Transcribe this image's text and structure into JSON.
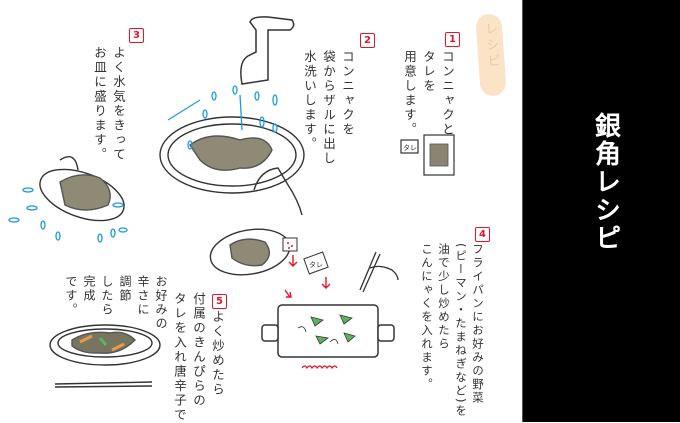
{
  "sidebar": {
    "title": "銀角レシピ",
    "background": "#000000",
    "text_color": "#ffffff"
  },
  "badge": {
    "label": "レシピ",
    "color": "#fbe3c8"
  },
  "accent_color": "#e0162b",
  "water_color": "#1e9be0",
  "steps": [
    {
      "number": "1",
      "lines": [
        "コンニャクと",
        "タレを",
        "用意します。"
      ],
      "illustration": "konnyaku-and-sauce-packets",
      "sauce_label": "タレ"
    },
    {
      "number": "2",
      "lines": [
        "コンニャクを",
        "袋からザルに出し",
        "水洗いします。"
      ],
      "illustration": "faucet-washing-colander"
    },
    {
      "number": "3",
      "lines": [
        "よく水気をきって",
        "お皿に盛ります。"
      ],
      "illustration": "draining-colander"
    },
    {
      "number": "4",
      "lines": [
        "フライパンにお好みの野菜",
        "(ピーマン・たまねぎなど)を",
        "油で少し炒めたら",
        "こんにゃくを入れます。"
      ],
      "illustration": "frying-pan-with-vegetables",
      "sauce_label": "タレ"
    },
    {
      "number": "5",
      "lines": [
        "よく炒めたら",
        "付属のきんぴらの",
        "タレを入れ唐辛子で",
        "お好みの",
        "辛さに",
        "調節",
        "したら",
        "完成",
        "です。"
      ],
      "illustration": "finished-dish-plate"
    }
  ]
}
